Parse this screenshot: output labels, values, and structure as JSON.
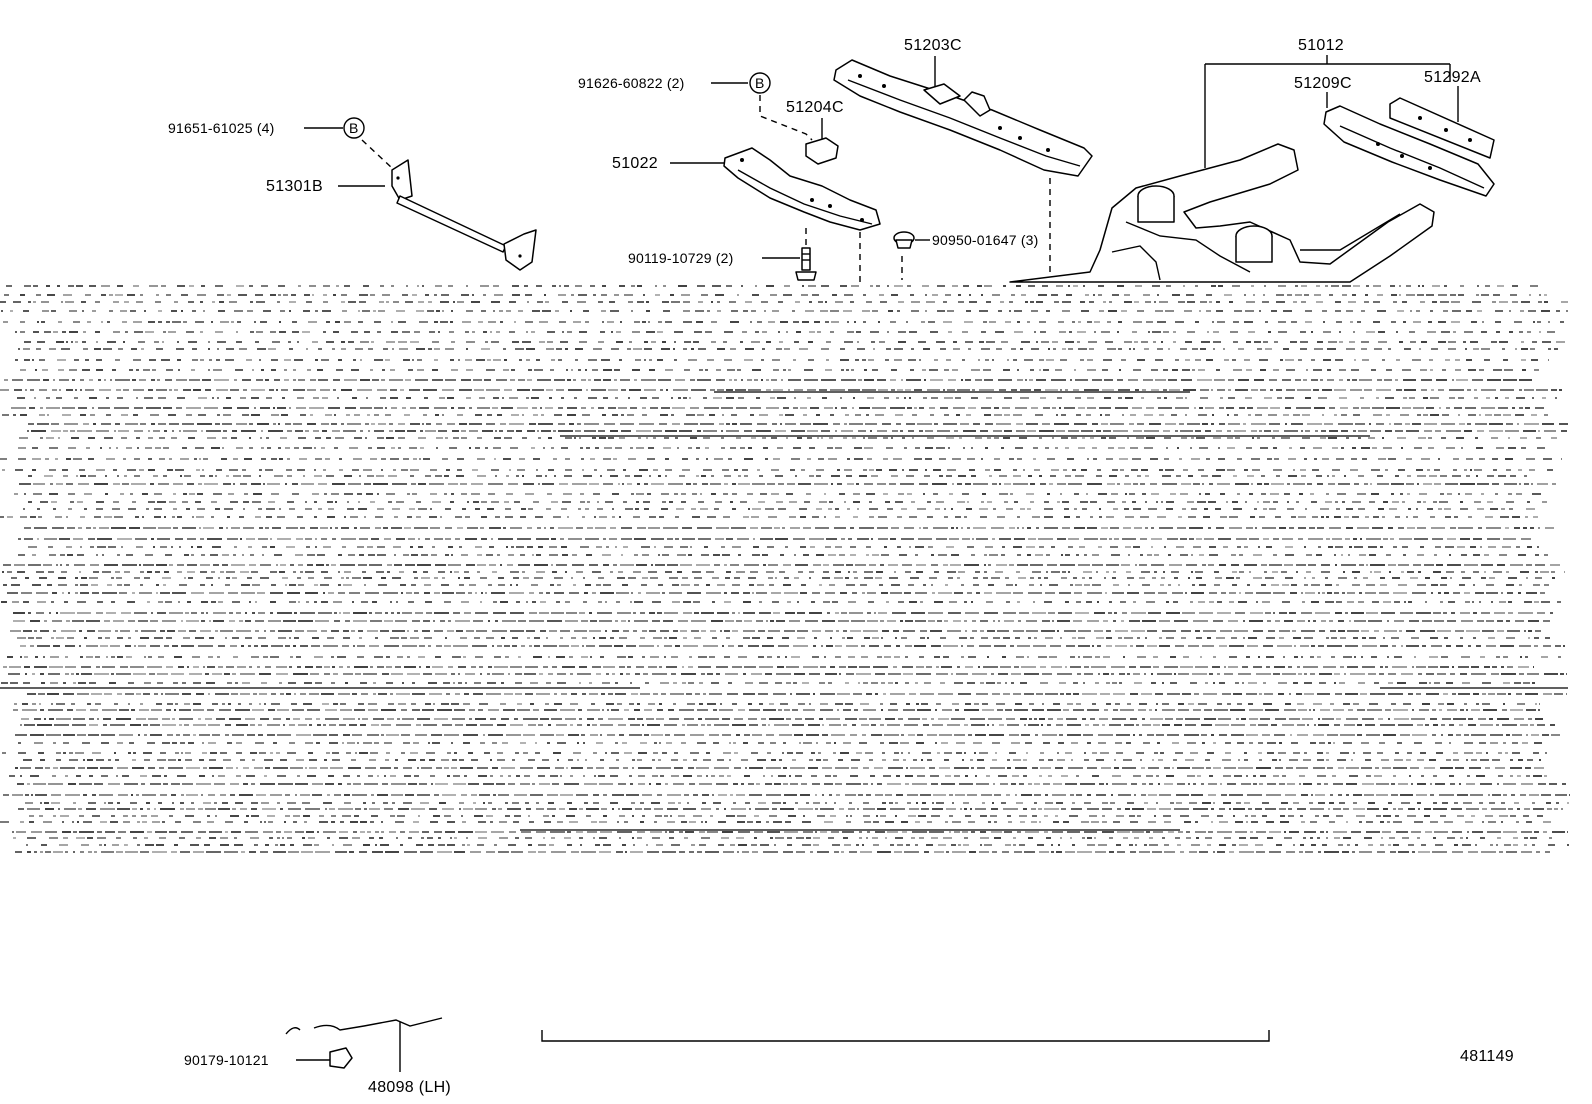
{
  "parts": {
    "p_91651": "91651-61025 (4)",
    "p_51301B": "51301B",
    "p_91626": "91626-60822 (2)",
    "p_51204C": "51204C",
    "p_51203C": "51203C",
    "p_51022": "51022",
    "p_90119": "90119-10729 (2)",
    "p_90950": "90950-01647 (3)",
    "p_51012": "51012",
    "p_51209C": "51209C",
    "p_51292A": "51292A",
    "p_90179": "90179-10121",
    "p_48098": "48098 (LH)"
  },
  "markers": {
    "circle_b": "B"
  },
  "illustration_id": "481149",
  "colors": {
    "ink": "#000000",
    "paper": "#ffffff"
  }
}
